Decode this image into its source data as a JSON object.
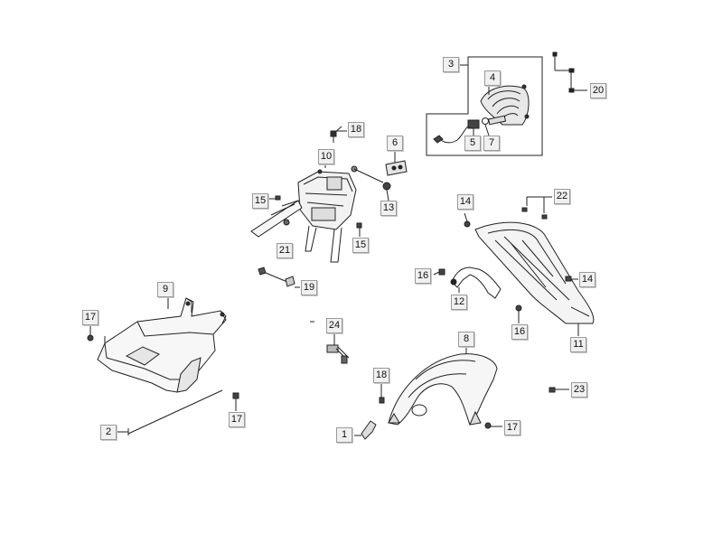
{
  "callouts": [
    {
      "id": "3",
      "text": "3"
    },
    {
      "id": "4",
      "text": "4"
    },
    {
      "id": "5",
      "text": "5"
    },
    {
      "id": "7",
      "text": "7"
    },
    {
      "id": "20",
      "text": "20"
    },
    {
      "id": "18a",
      "text": "18"
    },
    {
      "id": "6",
      "text": "6"
    },
    {
      "id": "10",
      "text": "10"
    },
    {
      "id": "15a",
      "text": "15"
    },
    {
      "id": "13",
      "text": "13"
    },
    {
      "id": "21",
      "text": "21"
    },
    {
      "id": "15b",
      "text": "15"
    },
    {
      "id": "14a",
      "text": "14"
    },
    {
      "id": "22",
      "text": "22"
    },
    {
      "id": "16a",
      "text": "16"
    },
    {
      "id": "14b",
      "text": "14"
    },
    {
      "id": "12",
      "text": "12"
    },
    {
      "id": "19",
      "text": "19"
    },
    {
      "id": "9",
      "text": "9"
    },
    {
      "id": "17a",
      "text": "17"
    },
    {
      "id": "16b",
      "text": "16"
    },
    {
      "id": "11",
      "text": "11"
    },
    {
      "id": "24",
      "text": "24"
    },
    {
      "id": "8",
      "text": "8"
    },
    {
      "id": "18b",
      "text": "18"
    },
    {
      "id": "23",
      "text": "23"
    },
    {
      "id": "2",
      "text": "2"
    },
    {
      "id": "17b",
      "text": "17"
    },
    {
      "id": "1",
      "text": "1"
    },
    {
      "id": "17c",
      "text": "17"
    }
  ]
}
